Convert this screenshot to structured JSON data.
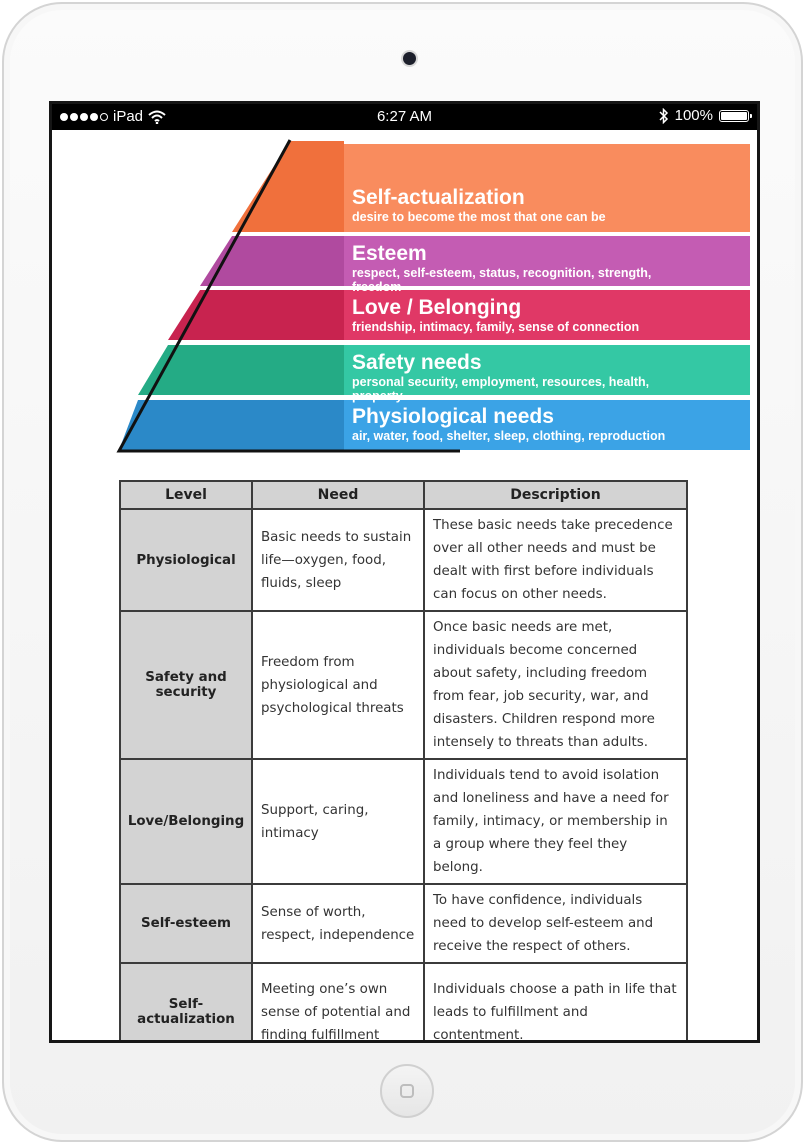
{
  "status_bar": {
    "carrier": "iPad",
    "time": "6:27 AM",
    "battery": "100%"
  },
  "pyramid": {
    "levels": [
      {
        "title": "Self-actualization",
        "subtitle": "desire to become the most that one can be",
        "color": "#f98c5e"
      },
      {
        "title": "Esteem",
        "subtitle": "respect, self-esteem, status, recognition, strength, freedom",
        "color": "#c45cb3"
      },
      {
        "title": "Love / Belonging",
        "subtitle": "friendship, intimacy, family, sense of connection",
        "color": "#e03866"
      },
      {
        "title": "Safety needs",
        "subtitle": "personal security, employment, resources, health, property",
        "color": "#34c8a4"
      },
      {
        "title": "Physiological needs",
        "subtitle": "air, water, food, shelter, sleep, clothing, reproduction",
        "color": "#3ba3e6"
      }
    ]
  },
  "table": {
    "headers": [
      "Level",
      "Need",
      "Description"
    ],
    "rows": [
      {
        "level": "Physiological",
        "need": "Basic needs to sustain life—oxygen, food, fluids, sleep",
        "description": "These basic needs take precedence over all other needs and must be dealt with first before individuals can focus on other needs."
      },
      {
        "level": "Safety and security",
        "need": "Freedom from physiological and psychological threats",
        "description": "Once basic needs are met, individuals become concerned about safety, including freedom from fear, job security, war, and disasters. Children respond more intensely to threats than adults."
      },
      {
        "level": "Love/Belonging",
        "need": "Support, caring, intimacy",
        "description": "Individuals tend to avoid isolation and loneliness and have a need for family, intimacy, or membership in a group where they feel they belong."
      },
      {
        "level": "Self-esteem",
        "need": "Sense of worth, respect, independence",
        "description": "To have confidence, individuals need to develop self-esteem and receive the respect of others."
      },
      {
        "level": "Self-actualization",
        "need": "Meeting one’s own sense of potential and finding fulfillment",
        "description": "Individuals choose a path in life that leads to fulfillment and contentment."
      }
    ]
  }
}
